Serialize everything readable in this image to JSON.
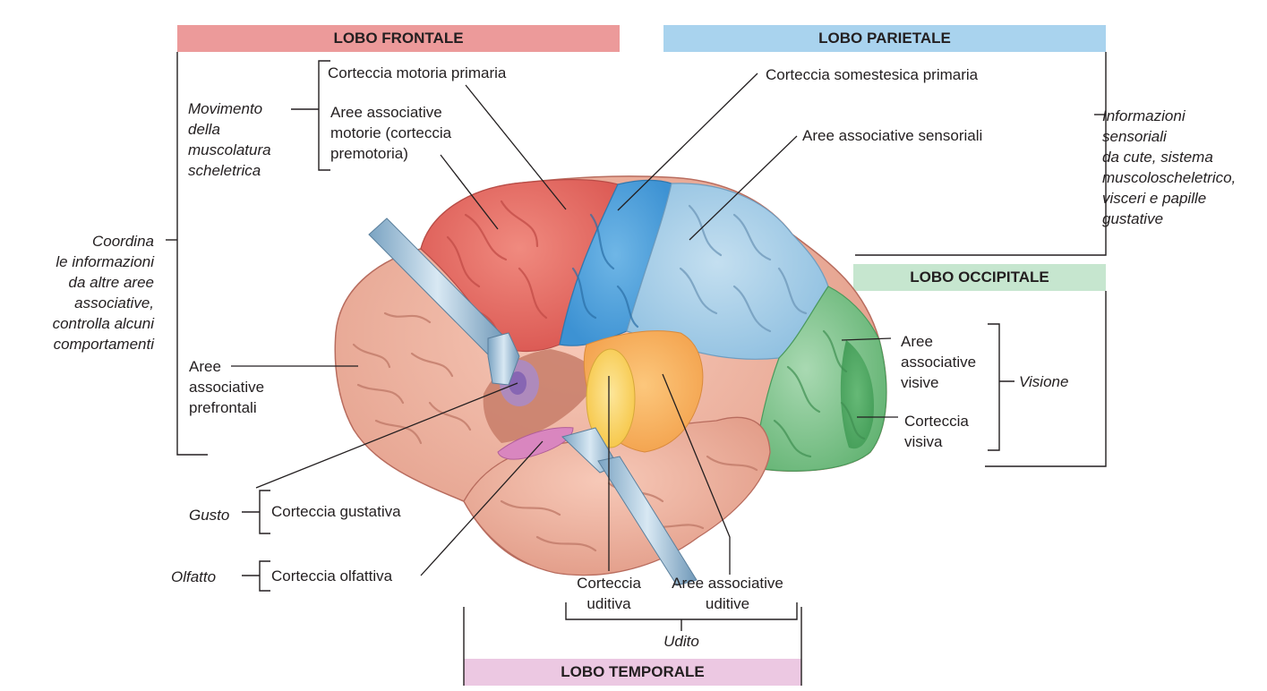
{
  "colors": {
    "frontal": "#ec9a9a",
    "parietal": "#a9d3ee",
    "occipital": "#c6e6cf",
    "temporal": "#ecc8e2",
    "line": "#231f20"
  },
  "lobes": {
    "frontal": "LOBO FRONTALE",
    "parietal": "LOBO PARIETALE",
    "occipital": "LOBO OCCIPITALE",
    "temporal": "LOBO TEMPORALE"
  },
  "labels": {
    "motor_cortex": "Corteccia motoria primaria",
    "premotor": "Aree associative\nmotorie (corteccia\npremotoria)",
    "movement": "Movimento\ndella\nmuscolatura\nscheletrica",
    "coordination": "Coordina\nle informazioni\nda altre aree\nassociative,\ncontrolla alcuni\ncomportamenti",
    "prefrontal": "Aree\nassociative\nprefrontali",
    "somatosensory": "Corteccia somestesica primaria",
    "sensory_assoc": "Aree associative sensoriali",
    "sensory_info": "Informazioni\nsensoriali\nda cute, sistema\nmuscoloscheletrico,\nvisceri e papille\ngustative",
    "visual_assoc": "Aree\nassociative\nvisive",
    "visual_cortex": "Corteccia\nvisiva",
    "vision": "Visione",
    "gustatory_cortex": "Corteccia gustativa",
    "taste": "Gusto",
    "olfactory_cortex": "Corteccia olfattiva",
    "smell": "Olfatto",
    "auditory_cortex": "Corteccia\nuditiva",
    "auditory_assoc": "Aree associative\nuditive",
    "hearing": "Udito"
  }
}
